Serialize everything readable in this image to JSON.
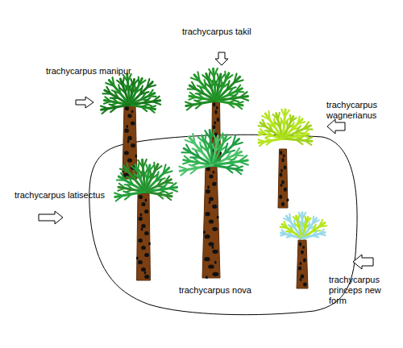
{
  "diagram": {
    "labels": [
      "trachycarpus takil",
      "trachycarpus manipur",
      "trachycarpus wagnerianus",
      "trachycarpus latisectus",
      "trachycarpus nova",
      "trachycarpus princeps new form"
    ]
  }
}
